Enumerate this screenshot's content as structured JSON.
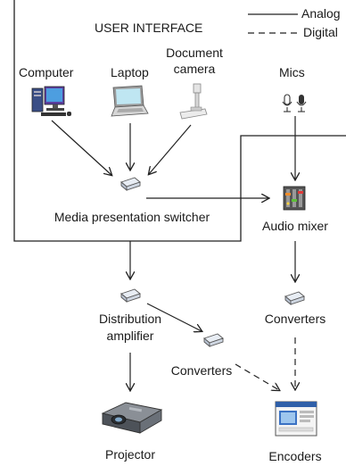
{
  "legend": {
    "analog": "Analog",
    "digital": "Digital"
  },
  "region": {
    "title": "USER INTERFACE"
  },
  "nodes": {
    "computer": "Computer",
    "laptop": "Laptop",
    "document_camera_line1": "Document",
    "document_camera_line2": "camera",
    "mics": "Mics",
    "switcher": "Media presentation switcher",
    "audio_mixer": "Audio mixer",
    "distribution_line1": "Distribution",
    "distribution_line2": "amplifier",
    "converters_right": "Converters",
    "converters_mid": "Converters",
    "projector": "Projector",
    "encoders": "Encoders"
  },
  "icons": {
    "computer": "desktop-computer-icon",
    "laptop": "laptop-icon",
    "document_camera": "document-camera-icon",
    "mics": "microphones-icon",
    "switcher": "switcher-box-icon",
    "audio_mixer": "mixer-icon",
    "distribution": "distribution-box-icon",
    "converters_right": "converter-box-icon",
    "converters_mid": "converter-box-icon",
    "projector": "projector-icon",
    "encoders": "encoder-screen-icon"
  }
}
